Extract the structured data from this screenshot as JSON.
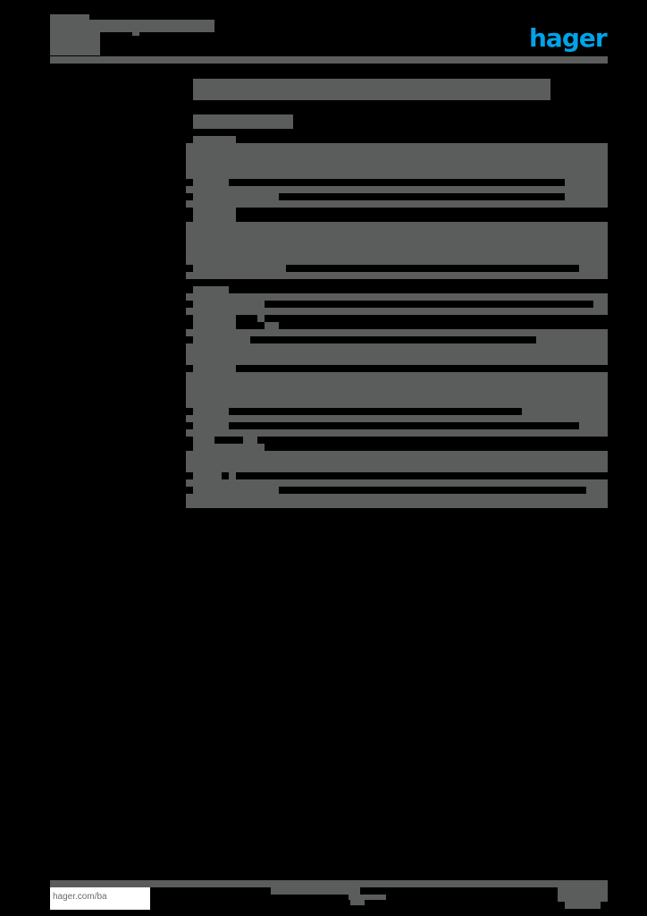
{
  "document": {
    "type": "redacted product data sheet",
    "background": "#000000",
    "redaction_color": "#5b5d5c"
  },
  "header": {
    "title_redacted": true,
    "logo": {
      "text": "hager",
      "color": "#00a3e8"
    }
  },
  "main": {
    "section_heading_redacted": true,
    "subheading_redacted": true,
    "table": {
      "rows_redacted": true,
      "groups": 3
    }
  },
  "footer": {
    "url": "hager.com/ba",
    "center_text_redacted": true,
    "page_number_redacted": true
  }
}
